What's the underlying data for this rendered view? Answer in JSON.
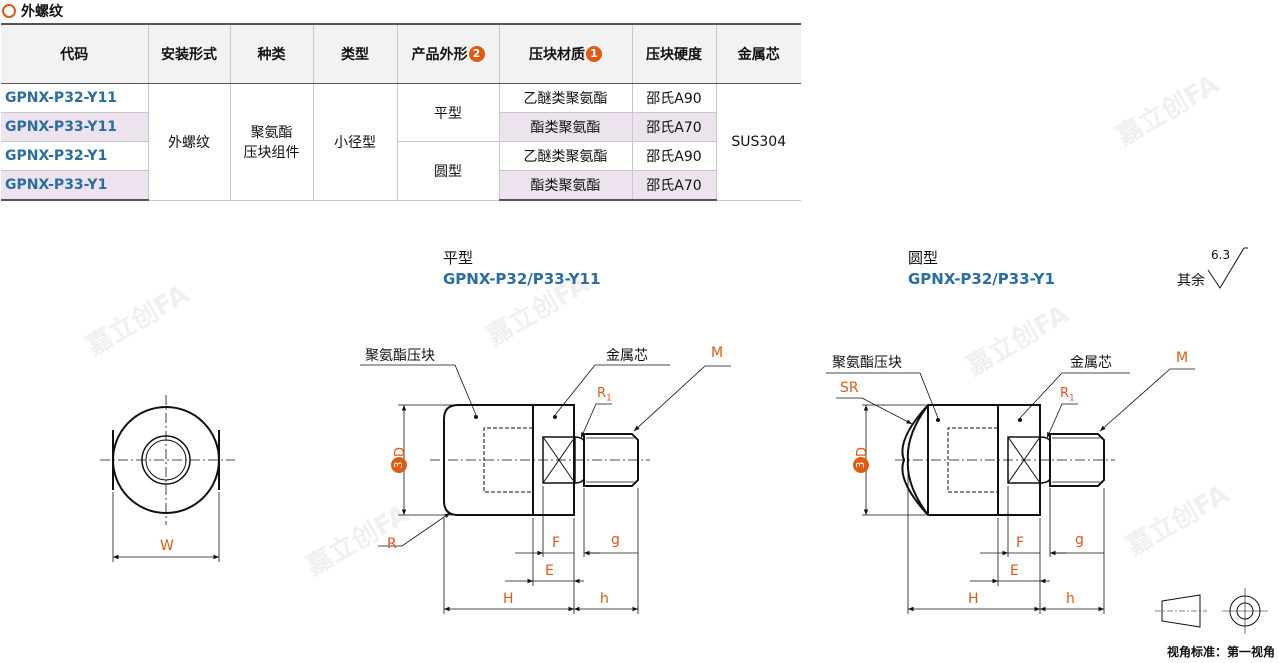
{
  "section_title": "外螺纹",
  "table": {
    "headers": [
      "代码",
      "安装形式",
      "种类",
      "类型",
      "产品外形",
      "压块材质",
      "压块硬度",
      "金属芯"
    ],
    "header_badges": {
      "product_shape": "2",
      "material": "1"
    },
    "rows": [
      {
        "code": "GPNX-P32-Y11",
        "material": "乙醚类聚氨酯",
        "hardness": "邵氏A90"
      },
      {
        "code": "GPNX-P33-Y11",
        "material": "酯类聚氨酯",
        "hardness": "邵氏A70"
      },
      {
        "code": "GPNX-P32-Y1",
        "material": "乙醚类聚氨酯",
        "hardness": "邵氏A90"
      },
      {
        "code": "GPNX-P33-Y1",
        "material": "酯类聚氨酯",
        "hardness": "邵氏A70"
      }
    ],
    "install": "外螺纹",
    "kind_line1": "聚氨酯",
    "kind_line2": "压块组件",
    "type": "小径型",
    "shape_flat": "平型",
    "shape_round": "圆型",
    "core": "SUS304"
  },
  "drawing_flat": {
    "title": "平型",
    "code": "GPNX-P32/P33-Y11",
    "label_block": "聚氨酯压块",
    "label_core": "金属芯",
    "dims": {
      "M": "M",
      "R1": "R",
      "R1_sub": "1",
      "D": "D",
      "D_badge": "3",
      "R": "R",
      "F": "F",
      "g": "g",
      "E": "E",
      "H": "H",
      "h": "h"
    }
  },
  "drawing_round": {
    "title": "圆型",
    "code": "GPNX-P32/P33-Y1",
    "label_block": "聚氨酯压块",
    "label_core": "金属芯",
    "dims": {
      "M": "M",
      "R1": "R",
      "R1_sub": "1",
      "D": "D",
      "D_badge": "3",
      "SR": "SR",
      "F": "F",
      "g": "g",
      "E": "E",
      "H": "H",
      "h": "h"
    }
  },
  "end_view": {
    "W": "W"
  },
  "roughness": {
    "prefix": "其余",
    "value": "6.3"
  },
  "view_standard": "视角标准：第一视角",
  "watermark": "嘉立创FA"
}
